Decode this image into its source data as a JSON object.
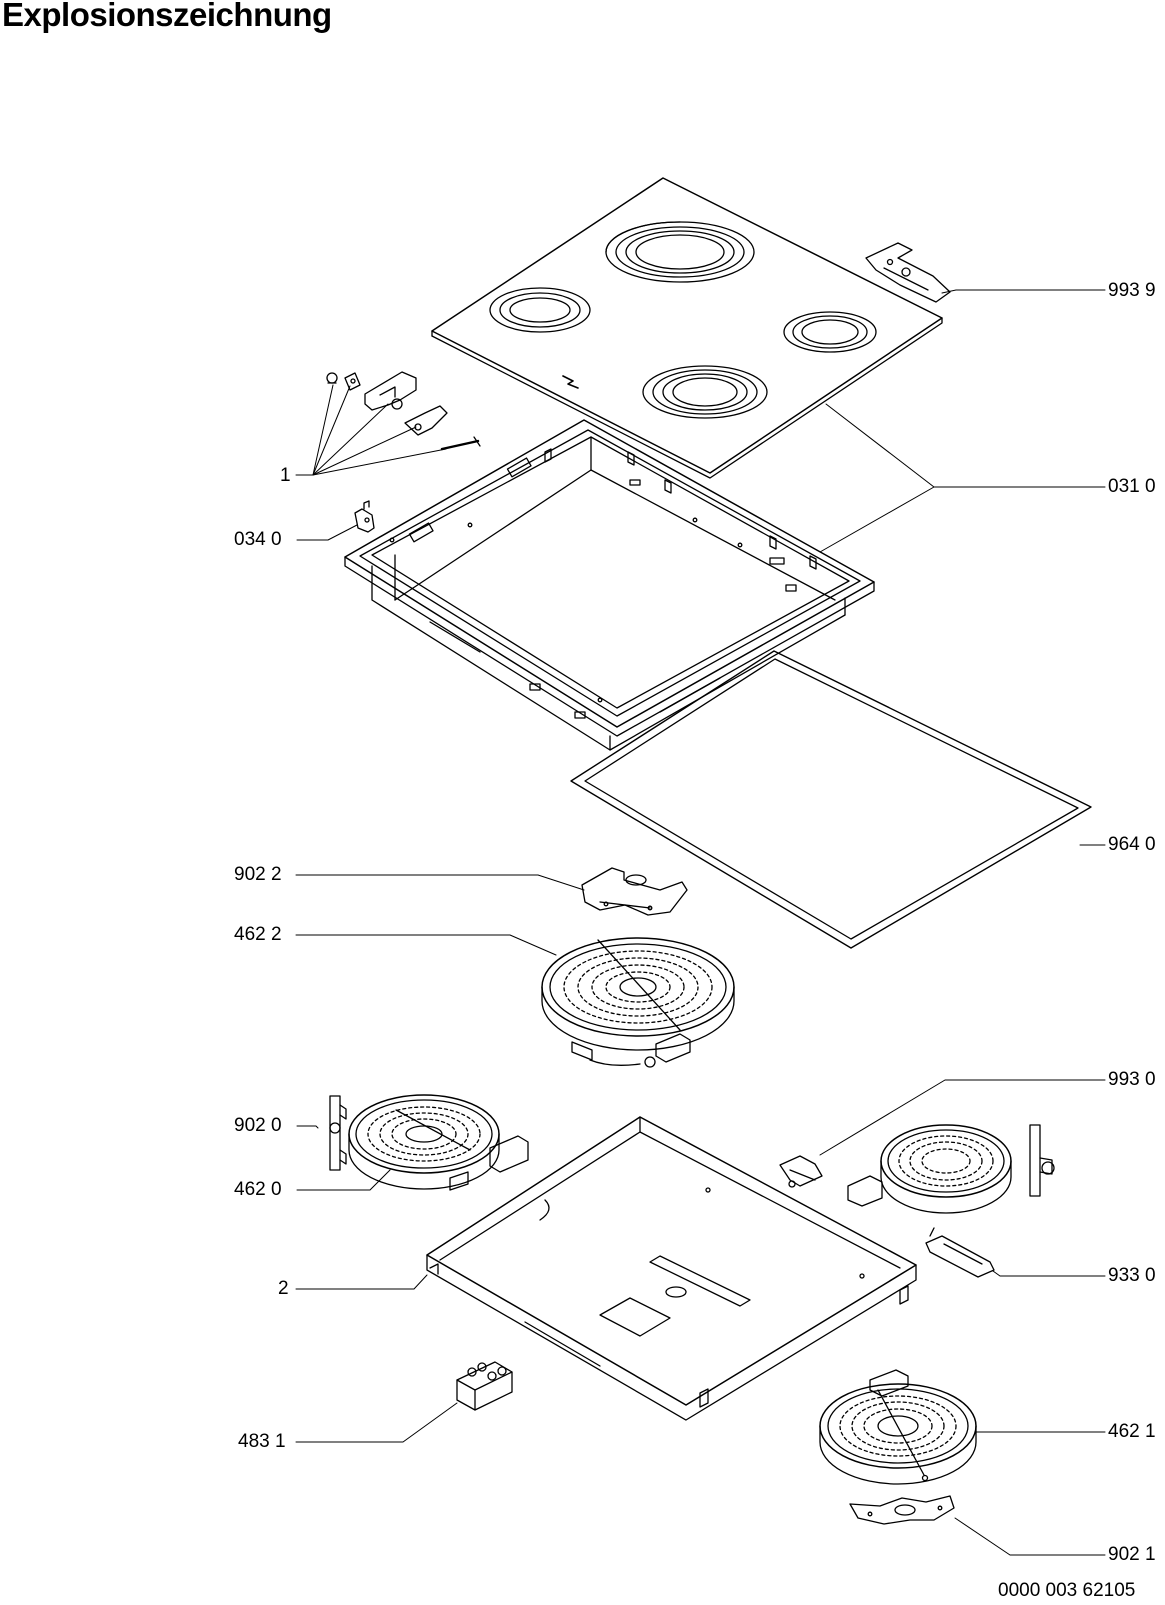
{
  "title": "Explosionszeichnung",
  "document_number": "0000 003 62105",
  "part_labels": [
    {
      "id": "993_9",
      "text": "993 9"
    },
    {
      "id": "1",
      "text": "1"
    },
    {
      "id": "031_0",
      "text": "031 0"
    },
    {
      "id": "034_0",
      "text": "034 0"
    },
    {
      "id": "964_0",
      "text": "964 0"
    },
    {
      "id": "902_2",
      "text": "902 2"
    },
    {
      "id": "462_2",
      "text": "462 2"
    },
    {
      "id": "993_0",
      "text": "993 0"
    },
    {
      "id": "902_0",
      "text": "902 0"
    },
    {
      "id": "462_0",
      "text": "462 0"
    },
    {
      "id": "933_0",
      "text": "933 0"
    },
    {
      "id": "2",
      "text": "2"
    },
    {
      "id": "483_1",
      "text": "483 1"
    },
    {
      "id": "462_1",
      "text": "462 1"
    },
    {
      "id": "902_1",
      "text": "902 1"
    }
  ]
}
